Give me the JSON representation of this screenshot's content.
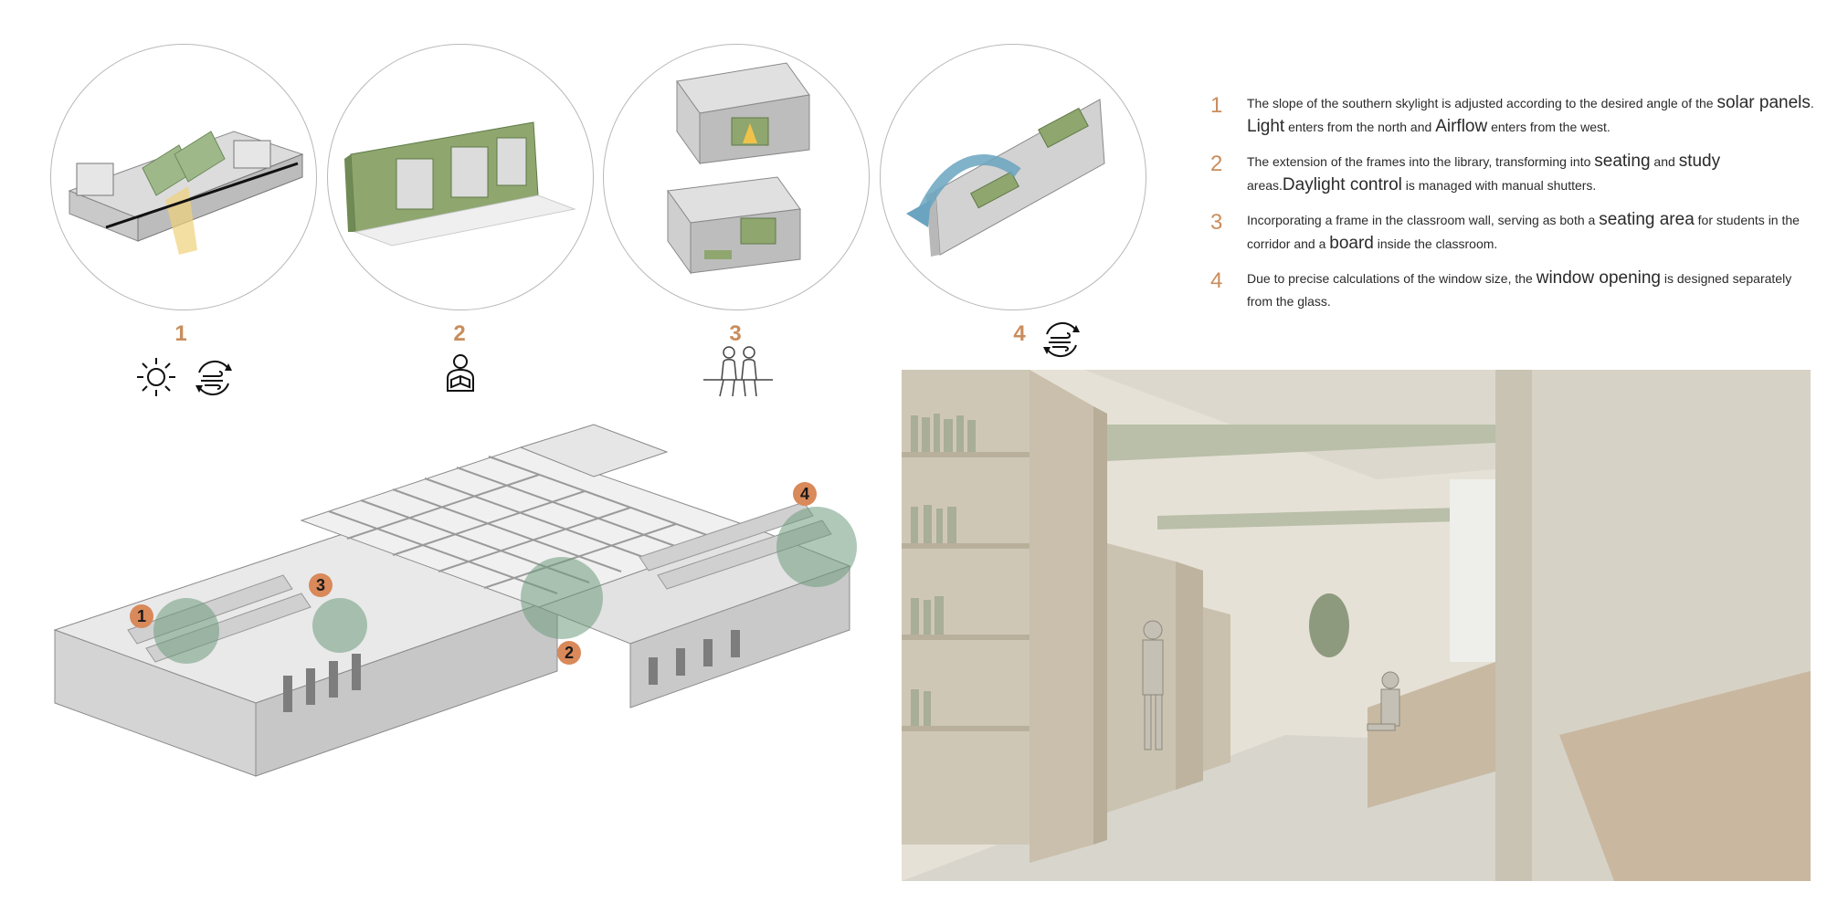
{
  "colors": {
    "accent": "#c98d5d",
    "green": "#8fa66f",
    "marker_fill": "#d9895a",
    "zone_fill": "#6d9a7d",
    "render_bg": "#e8e4da"
  },
  "steps": [
    {
      "number": "1",
      "icons": [
        "sun-icon",
        "airflow-cycle-icon"
      ]
    },
    {
      "number": "2",
      "icons": [
        "student-reading-icon"
      ]
    },
    {
      "number": "3",
      "icons": [
        "seated-students-icon"
      ]
    },
    {
      "number": "4",
      "icons": [
        "airflow-cycle-icon"
      ]
    }
  ],
  "legend": [
    {
      "number": "1",
      "parts": [
        {
          "t": "The slope of the southern skylight is adjusted according to the desired angle of the ",
          "big": false
        },
        {
          "t": "solar panels",
          "big": true
        },
        {
          "t": ". ",
          "big": false
        },
        {
          "t": "Light",
          "big": true
        },
        {
          "t": " enters from the north and ",
          "big": false
        },
        {
          "t": "Airflow",
          "big": true
        },
        {
          "t": " enters from the west.",
          "big": false
        }
      ]
    },
    {
      "number": "2",
      "parts": [
        {
          "t": "The extension of the frames into the library, transforming into ",
          "big": false
        },
        {
          "t": "seating",
          "big": true
        },
        {
          "t": " and ",
          "big": false
        },
        {
          "t": "study",
          "big": true
        },
        {
          "t": " areas.",
          "big": false
        },
        {
          "t": "Daylight control",
          "big": true
        },
        {
          "t": " is managed with manual shutters.",
          "big": false
        }
      ]
    },
    {
      "number": "3",
      "parts": [
        {
          "t": "Incorporating a frame in the classroom wall, serving as both a ",
          "big": false
        },
        {
          "t": "seating area",
          "big": true
        },
        {
          "t": " for students in the corridor and a ",
          "big": false
        },
        {
          "t": "board",
          "big": true
        },
        {
          "t": " inside the classroom.",
          "big": false
        }
      ]
    },
    {
      "number": "4",
      "parts": [
        {
          "t": "Due to precise calculations of  the window size, the ",
          "big": false
        },
        {
          "t": "window opening",
          "big": true
        },
        {
          "t": " is designed separately from the glass.",
          "big": false
        }
      ]
    }
  ],
  "building_markers": [
    "1",
    "2",
    "3",
    "4"
  ]
}
